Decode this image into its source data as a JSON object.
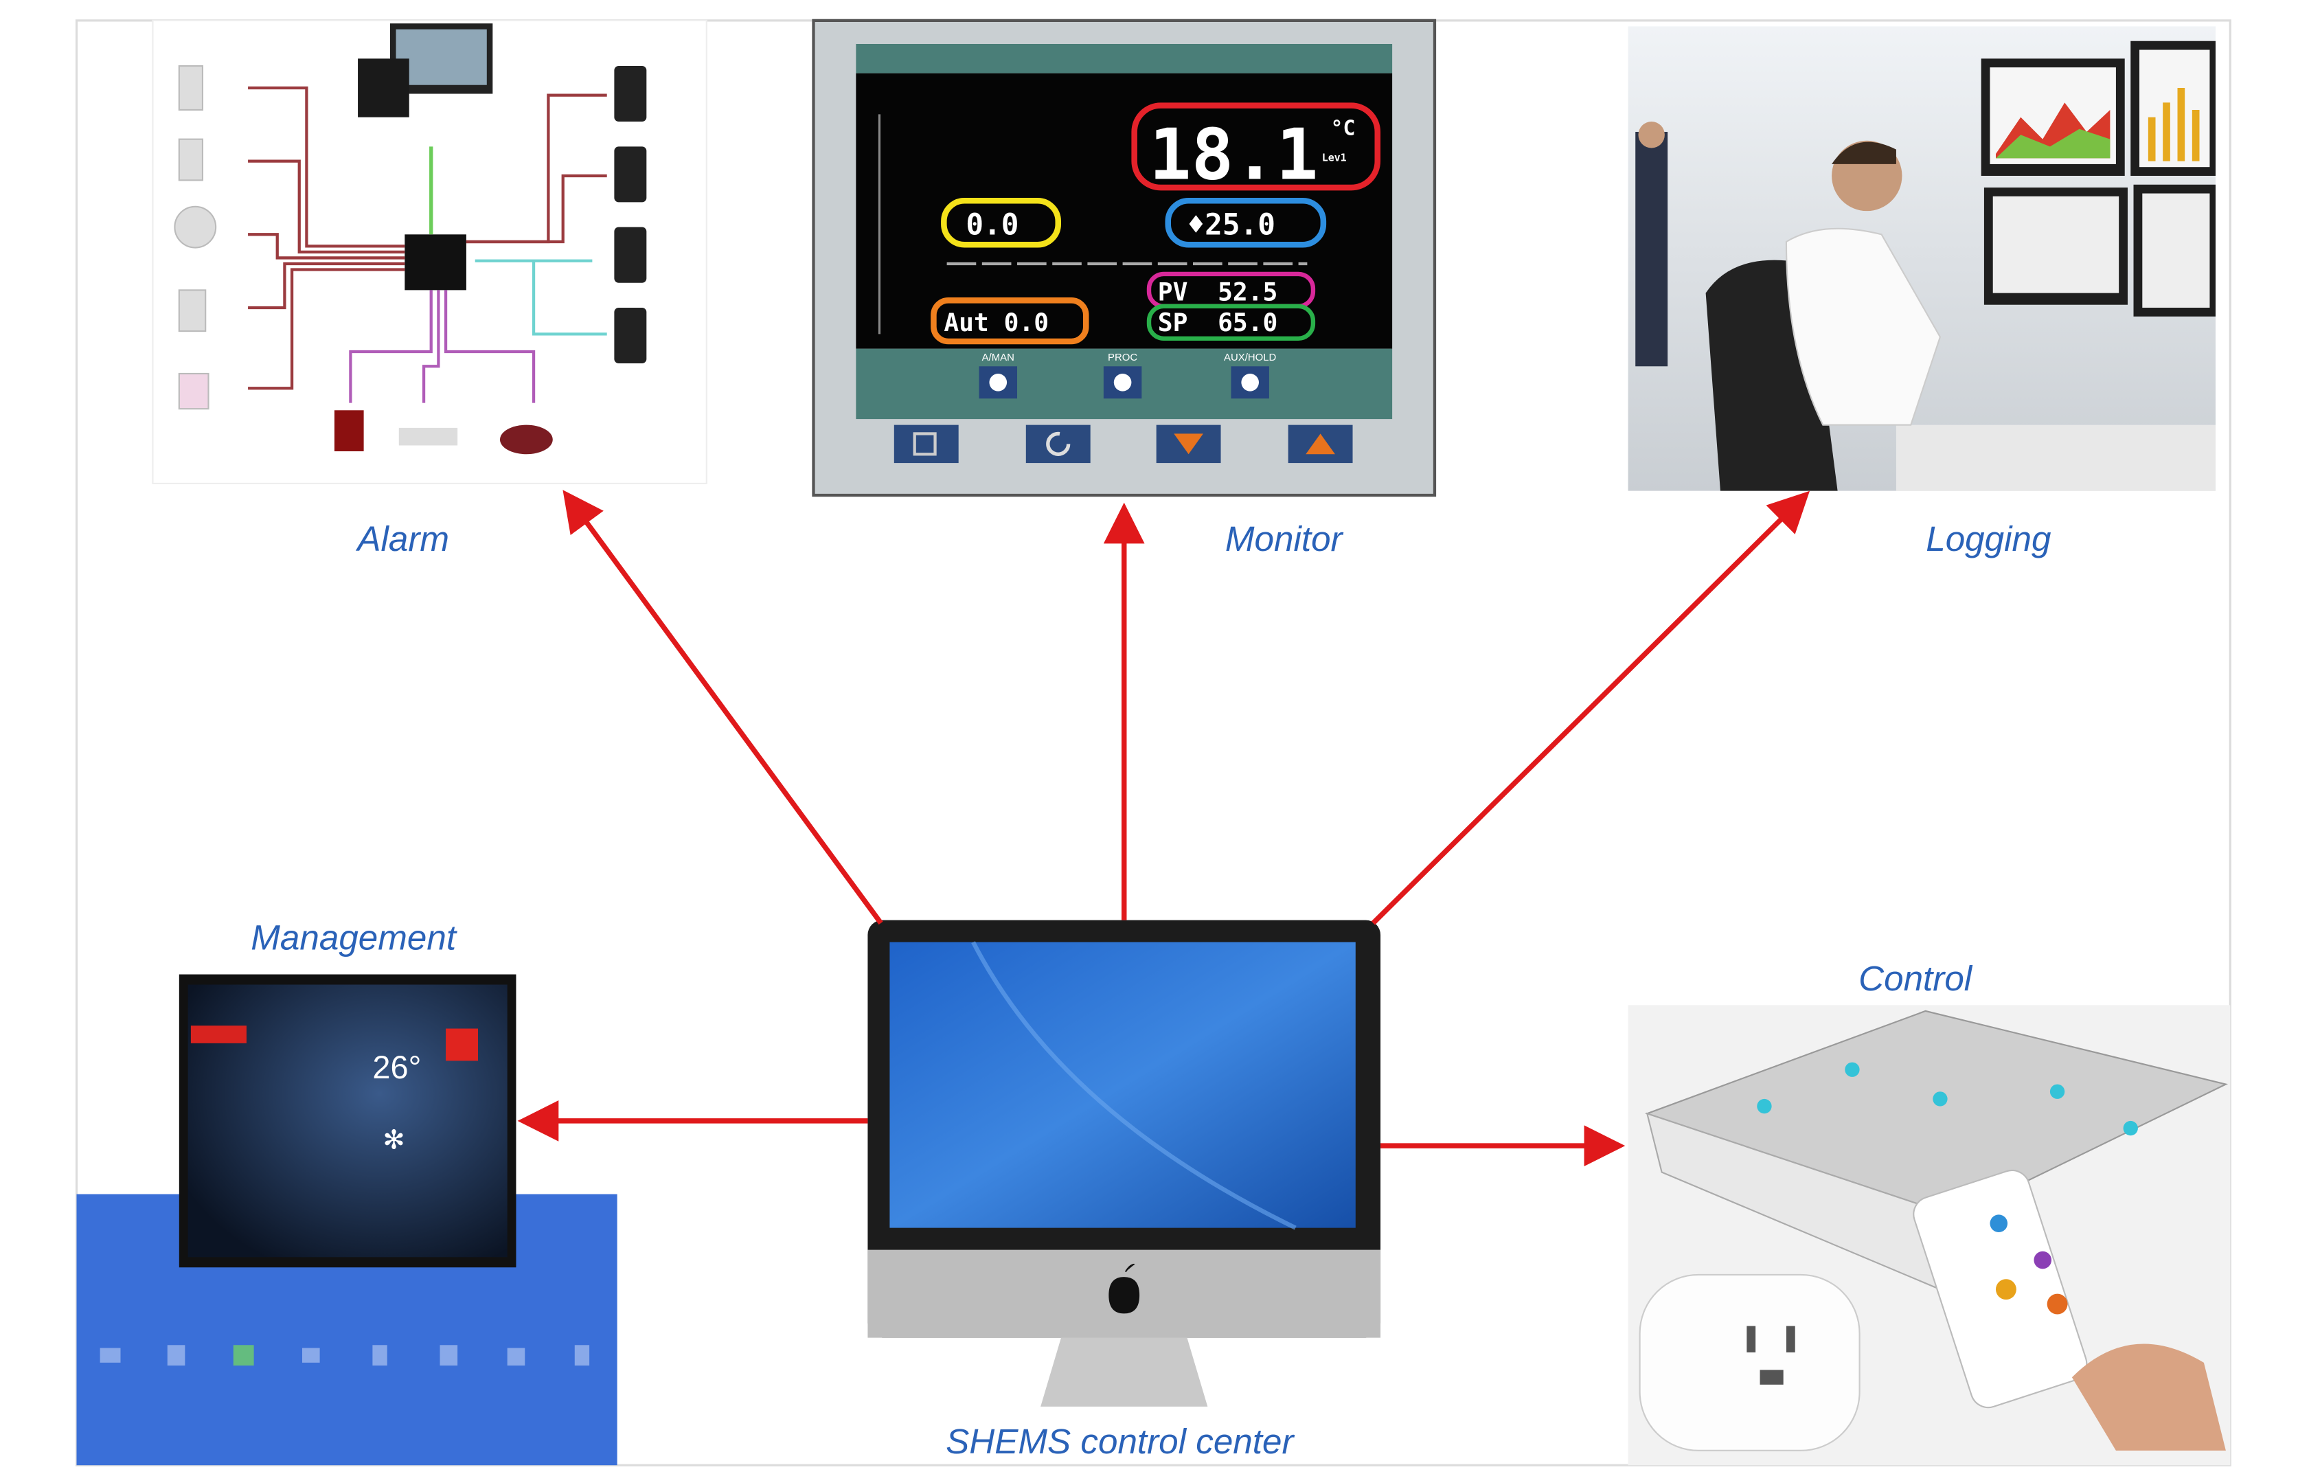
{
  "title": "SHEMS control center",
  "colors": {
    "arrow": "#e0191b",
    "label": "#2a62b8",
    "frame": "#d8d8d8"
  },
  "nodes": {
    "center": {
      "label": "SHEMS control center"
    },
    "alarm": {
      "label": "Alarm"
    },
    "monitor": {
      "label": "Monitor",
      "display": {
        "main_value": "18.1",
        "unit": "°C",
        "level": "Lev1",
        "yellow_value": "0.0",
        "blue_value": "♦25.0",
        "pv": "PV  52.5",
        "sp": "SP  65.0",
        "aut": "Aut 0.0",
        "buttons": [
          "A/MAN",
          "PROC",
          "AUX/HOLD"
        ]
      }
    },
    "logging": {
      "label": "Logging"
    },
    "management": {
      "label": "Management",
      "screen_temp": "26°"
    },
    "control": {
      "label": "Control"
    }
  }
}
